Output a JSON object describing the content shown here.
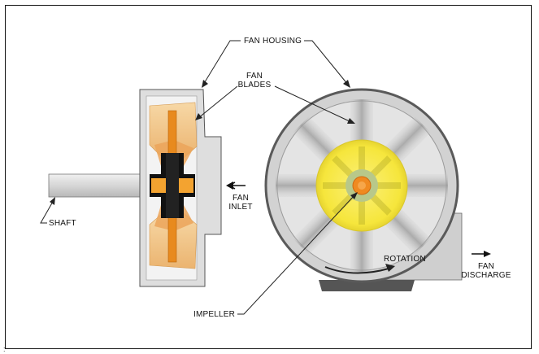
{
  "labels": {
    "fan_housing": "FAN HOUSING",
    "fan_blades_1": "FAN",
    "fan_blades_2": "BLADES",
    "shaft": "SHAFT",
    "fan_inlet_1": "FAN",
    "fan_inlet_2": "INLET",
    "rotation": "ROTATION",
    "fan_discharge_1": "FAN",
    "fan_discharge_2": "DISCHARGE",
    "impeller": "IMPELLER"
  },
  "colors": {
    "housing_grey": "#d2d2d2",
    "housing_dark": "#5a5a5a",
    "blade_orange": "#f0c080",
    "shaft_orange": "#e88a1e",
    "hub_black": "#111111",
    "hub_yellow": "#f7e84a",
    "hub_green": "#b8c88a",
    "center_orange": "#f08a20"
  },
  "corner_mark": ":"
}
